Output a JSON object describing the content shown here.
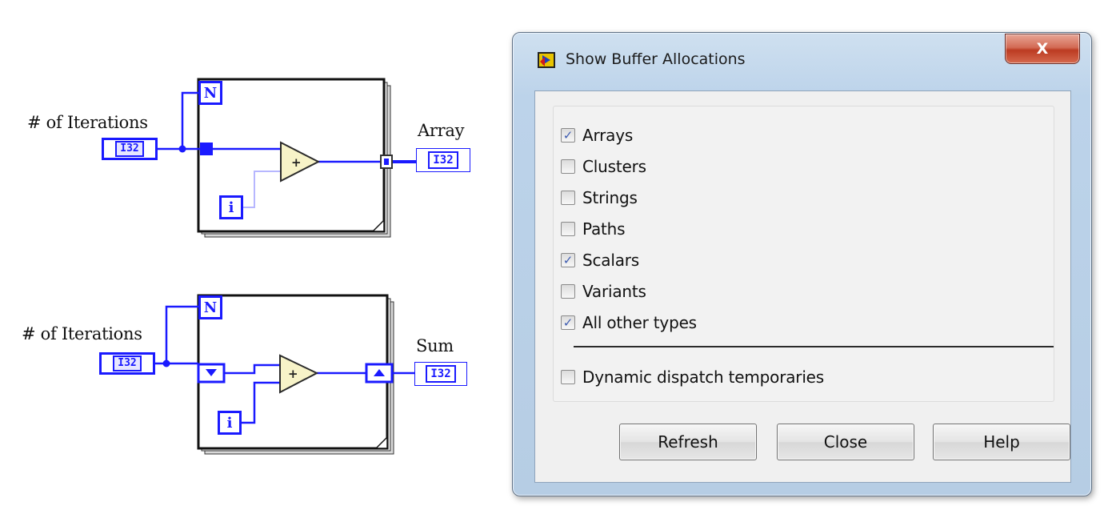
{
  "diagram_top": {
    "input_label": "# of Iterations",
    "input_terminal": "I32",
    "output_label": "Array",
    "output_terminal": "I32",
    "count_terminal": "N",
    "iteration_terminal": "i"
  },
  "diagram_bottom": {
    "input_label": "# of Iterations",
    "input_terminal": "I32",
    "output_label": "Sum",
    "output_terminal": "I32",
    "count_terminal": "N",
    "iteration_terminal": "i"
  },
  "dialog": {
    "title": "Show Buffer Allocations",
    "close_glyph": "X",
    "options": [
      {
        "label": "Arrays",
        "checked": true
      },
      {
        "label": "Clusters",
        "checked": false
      },
      {
        "label": "Strings",
        "checked": false
      },
      {
        "label": "Paths",
        "checked": false
      },
      {
        "label": "Scalars",
        "checked": true
      },
      {
        "label": "Variants",
        "checked": false
      },
      {
        "label": "All other types",
        "checked": true
      }
    ],
    "dynamic_option": {
      "label": "Dynamic dispatch temporaries",
      "checked": false
    },
    "buttons": {
      "refresh": "Refresh",
      "close": "Close",
      "help": "Help"
    }
  }
}
